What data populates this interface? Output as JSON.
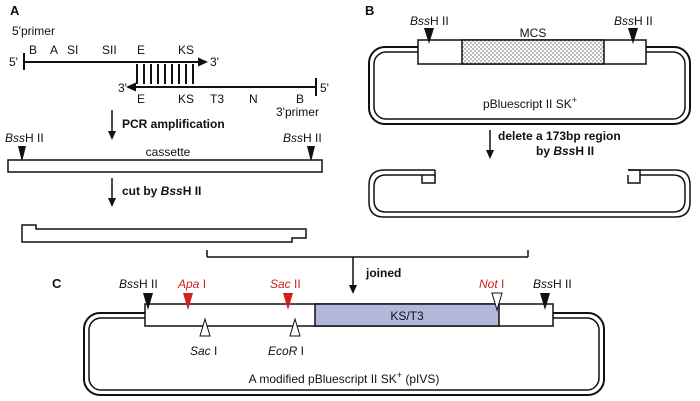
{
  "panels": {
    "a": "A",
    "b": "B",
    "c": "C"
  },
  "panel_a": {
    "primer5_label": "5'primer",
    "primer3_label": "3'primer",
    "five_prime": "5'",
    "three_prime": "3'",
    "top_sites": [
      "B",
      "A",
      "SI",
      "SII",
      "E",
      "KS"
    ],
    "bottom_sites": [
      "E",
      "KS",
      "T3",
      "N",
      "B"
    ],
    "step1": "PCR amplification",
    "cassette": "cassette",
    "step2_prefix": "cut by ",
    "enzyme_italic": "Bss",
    "enzyme_rest": "H II"
  },
  "panel_b": {
    "mcs": "MCS",
    "plasmid": "pBluescript II SK",
    "plasmid_sup": "+",
    "step_line1": "delete a 173bp region",
    "step_line2_prefix": "by "
  },
  "panel_c": {
    "joined": "joined",
    "apa_italic": "Apa",
    "apa_rest": " I",
    "sac2_italic": "Sac",
    "sac2_rest": " II",
    "not_italic": "Not",
    "not_rest": " I",
    "saci_italic": "Sac",
    "saci_rest": " I",
    "ecori_italic": "EcoR",
    "ecori_rest": " I",
    "ks_t3": "KS/T3",
    "plasmid_prefix": "A modified pBluescript II SK",
    "plasmid_sup": "+",
    "plasmid_suffix": " (pIVS)"
  },
  "colors": {
    "red_site": "#d31f1f",
    "ks_t3_fill": "#b3b7dc",
    "mcs_dots": "#555555",
    "black": "#111111"
  }
}
